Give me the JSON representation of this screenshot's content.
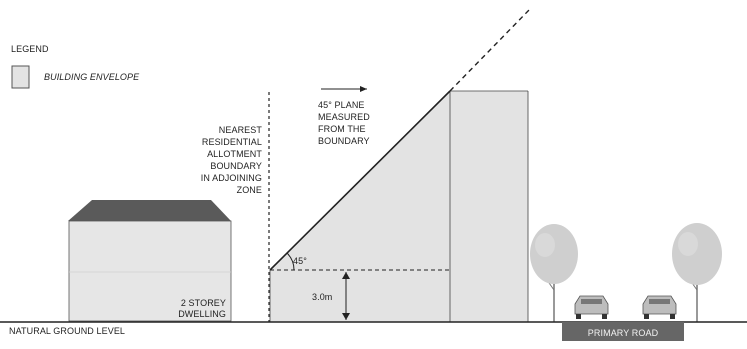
{
  "legend": {
    "title": "LEGEND",
    "items": [
      {
        "label": "BUILDING ENVELOPE",
        "swatch_color": "#e3e3e3"
      }
    ]
  },
  "labels": {
    "boundary": [
      "NEAREST",
      "RESIDENTIAL",
      "ALLOTMENT",
      "BOUNDARY",
      "IN ADJOINING",
      "ZONE"
    ],
    "plane": [
      "45° PLANE",
      "MEASURED",
      "FROM THE",
      "BOUNDARY"
    ],
    "angle": "45°",
    "height": "3.0m",
    "dwelling": [
      "2 STOREY",
      "DWELLING"
    ],
    "ground": "NATURAL GROUND LEVEL",
    "road": "PRIMARY ROAD"
  },
  "colors": {
    "envelope_fill": "#e3e3e3",
    "roof": "#5a5a5a",
    "house_wall": "#e6e6e6",
    "tree_foliage": "#cfcfcf",
    "road": "#666666",
    "line": "#222222"
  },
  "icons": [
    "tree-icon",
    "car-icon",
    "arrow-right-icon"
  ]
}
